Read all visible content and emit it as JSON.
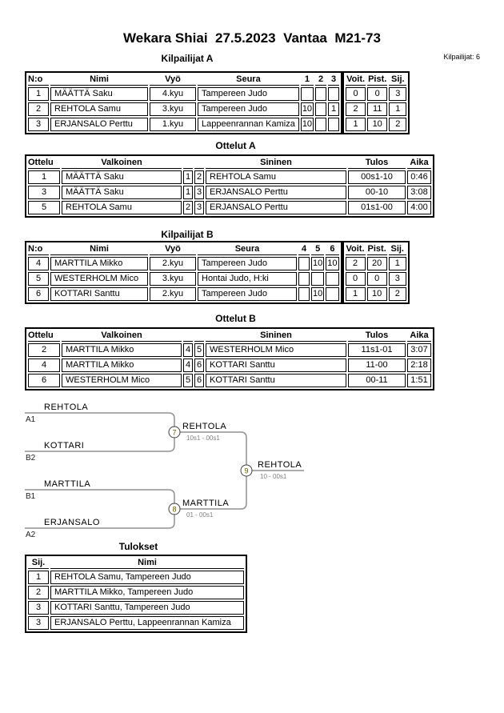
{
  "page": {
    "title": "Wekara Shiai  27.5.2023  Vantaa  M21-73",
    "participants_label": "Kilpailijat: 6"
  },
  "colors": {
    "table_border": "#000000",
    "bracket_line": "#909090",
    "score_text": "#808080",
    "match_number_text": "#6b5a00"
  },
  "kilpailijat_a": {
    "title": "Kilpailijat A",
    "headers": {
      "no": "N:o",
      "nimi": "Nimi",
      "vyo": "Vyö",
      "seura": "Seura",
      "c1": "1",
      "c2": "2",
      "c3": "3",
      "voit": "Voit.",
      "pist": "Pist.",
      "sij": "Sij."
    },
    "rows": [
      {
        "no": "1",
        "nimi": "MÄÄTTÄ Saku",
        "vyo": "4.kyu",
        "seura": "Tampereen Judo",
        "c1": "",
        "c2": "",
        "c3": "",
        "voit": "0",
        "pist": "0",
        "sij": "3"
      },
      {
        "no": "2",
        "nimi": "REHTOLA Samu",
        "vyo": "3.kyu",
        "seura": "Tampereen Judo",
        "c1": "10",
        "c2": "",
        "c3": "1",
        "voit": "2",
        "pist": "11",
        "sij": "1"
      },
      {
        "no": "3",
        "nimi": "ERJANSALO Perttu",
        "vyo": "1.kyu",
        "seura": "Lappeenrannan Kamiza",
        "c1": "10",
        "c2": "",
        "c3": "",
        "voit": "1",
        "pist": "10",
        "sij": "2"
      }
    ]
  },
  "ottelut_a": {
    "title": "Ottelut A",
    "headers": {
      "ottelu": "Ottelu",
      "valkoinen": "Valkoinen",
      "sininen": "Sininen",
      "tulos": "Tulos",
      "aika": "Aika"
    },
    "rows": [
      {
        "ottelu": "1",
        "valkoinen": "MÄÄTTÄ Saku",
        "wn": "1",
        "bn": "2",
        "sininen": "REHTOLA Samu",
        "tulos": "00s1-10",
        "aika": "0:46"
      },
      {
        "ottelu": "3",
        "valkoinen": "MÄÄTTÄ Saku",
        "wn": "1",
        "bn": "3",
        "sininen": "ERJANSALO Perttu",
        "tulos": "00-10",
        "aika": "3:08"
      },
      {
        "ottelu": "5",
        "valkoinen": "REHTOLA Samu",
        "wn": "2",
        "bn": "3",
        "sininen": "ERJANSALO Perttu",
        "tulos": "01s1-00",
        "aika": "4:00"
      }
    ]
  },
  "kilpailijat_b": {
    "title": "Kilpailijat B",
    "headers": {
      "no": "N:o",
      "nimi": "Nimi",
      "vyo": "Vyö",
      "seura": "Seura",
      "c1": "4",
      "c2": "5",
      "c3": "6",
      "voit": "Voit.",
      "pist": "Pist.",
      "sij": "Sij."
    },
    "rows": [
      {
        "no": "4",
        "nimi": "MARTTILA Mikko",
        "vyo": "2.kyu",
        "seura": "Tampereen Judo",
        "c1": "",
        "c2": "10",
        "c3": "10",
        "voit": "2",
        "pist": "20",
        "sij": "1"
      },
      {
        "no": "5",
        "nimi": "WESTERHOLM Mico",
        "vyo": "3.kyu",
        "seura": "Hontai Judo, H:ki",
        "c1": "",
        "c2": "",
        "c3": "",
        "voit": "0",
        "pist": "0",
        "sij": "3"
      },
      {
        "no": "6",
        "nimi": "KOTTARI Santtu",
        "vyo": "2.kyu",
        "seura": "Tampereen Judo",
        "c1": "",
        "c2": "10",
        "c3": "",
        "voit": "1",
        "pist": "10",
        "sij": "2"
      }
    ]
  },
  "ottelut_b": {
    "title": "Ottelut B",
    "headers": {
      "ottelu": "Ottelu",
      "valkoinen": "Valkoinen",
      "sininen": "Sininen",
      "tulos": "Tulos",
      "aika": "Aika"
    },
    "rows": [
      {
        "ottelu": "2",
        "valkoinen": "MARTTILA Mikko",
        "wn": "4",
        "bn": "5",
        "sininen": "WESTERHOLM Mico",
        "tulos": "11s1-01",
        "aika": "3:07"
      },
      {
        "ottelu": "4",
        "valkoinen": "MARTTILA Mikko",
        "wn": "4",
        "bn": "6",
        "sininen": "KOTTARI Santtu",
        "tulos": "11-00",
        "aika": "2:18"
      },
      {
        "ottelu": "6",
        "valkoinen": "WESTERHOLM Mico",
        "wn": "5",
        "bn": "6",
        "sininen": "KOTTARI Santtu",
        "tulos": "00-11",
        "aika": "1:51"
      }
    ]
  },
  "bracket": {
    "semi1": {
      "p1": "REHTOLA",
      "seed1": "A1",
      "p2": "KOTTARI",
      "seed2": "B2",
      "match_no": "7",
      "winner": "REHTOLA",
      "score": "10s1 - 00s1"
    },
    "semi2": {
      "p1": "MARTTILA",
      "seed1": "B1",
      "p2": "ERJANSALO",
      "seed2": "A2",
      "match_no": "8",
      "winner": "MARTTILA",
      "score": "01 - 00s1"
    },
    "final": {
      "match_no": "9",
      "winner": "REHTOLA",
      "score": "10 - 00s1"
    }
  },
  "tulokset": {
    "title": "Tulokset",
    "headers": {
      "sij": "Sij.",
      "nimi": "Nimi"
    },
    "rows": [
      {
        "sij": "1",
        "nimi": "REHTOLA Samu, Tampereen Judo"
      },
      {
        "sij": "2",
        "nimi": "MARTTILA Mikko, Tampereen Judo"
      },
      {
        "sij": "3",
        "nimi": "KOTTARI Santtu, Tampereen Judo"
      },
      {
        "sij": "3",
        "nimi": "ERJANSALO Perttu, Lappeenrannan Kamiza"
      }
    ]
  }
}
